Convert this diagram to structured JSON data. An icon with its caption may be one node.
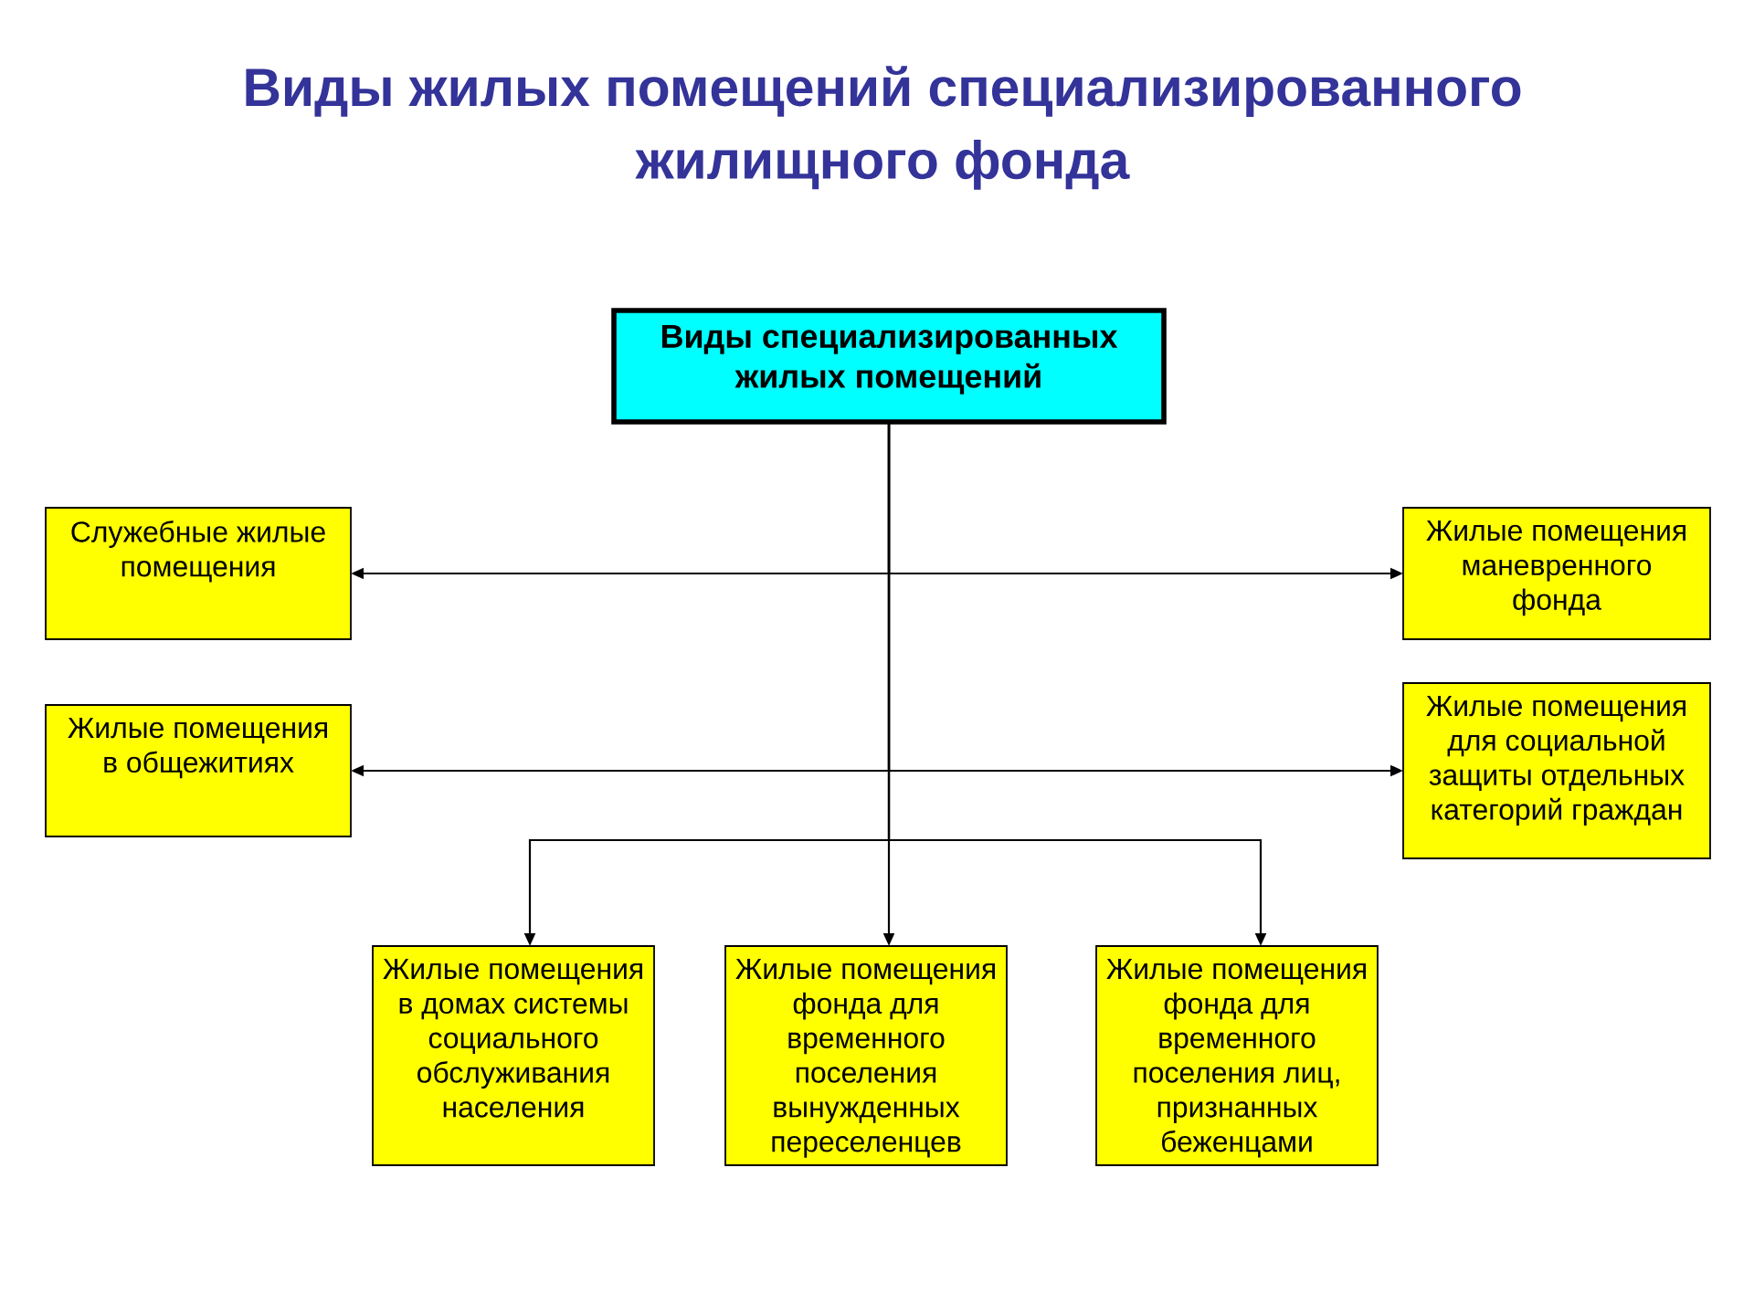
{
  "diagram": {
    "title": "Виды жилых помещений специализированного жилищного фонда",
    "nodes": [
      {
        "text": [
          "Виды специализированных жилых помещений"
        ]
      },
      {
        "text": [
          "Служебные жилые помещения"
        ]
      },
      {
        "text": [
          "Жилые помещения маневренного фонда"
        ]
      },
      {
        "text": [
          "Жилые помещения в общежитиях"
        ]
      },
      {
        "text": [
          "Жилые помещения для социальной защиты отдельных категорий граждан"
        ]
      },
      {
        "text": [
          "Жилые помещения в домах системы социального обслуживания населения"
        ]
      },
      {
        "text": [
          "Жилые помещения фонда для временного поселения вынужденных переселенцев"
        ]
      },
      {
        "text": [
          "Жилые помещения фонда для временного поселения лиц, признанных беженцами"
        ]
      }
    ],
    "edges": [
      {
        "from": 0,
        "to": 1,
        "arrow": "to"
      },
      {
        "from": 0,
        "to": 2,
        "arrow": "to"
      },
      {
        "from": 0,
        "to": 3,
        "arrow": "to"
      },
      {
        "from": 0,
        "to": 4,
        "arrow": "to"
      },
      {
        "from": 0,
        "to": 5,
        "arrow": "to"
      },
      {
        "from": 0,
        "to": 6,
        "arrow": "to"
      },
      {
        "from": 0,
        "to": 7,
        "arrow": "to"
      }
    ]
  }
}
